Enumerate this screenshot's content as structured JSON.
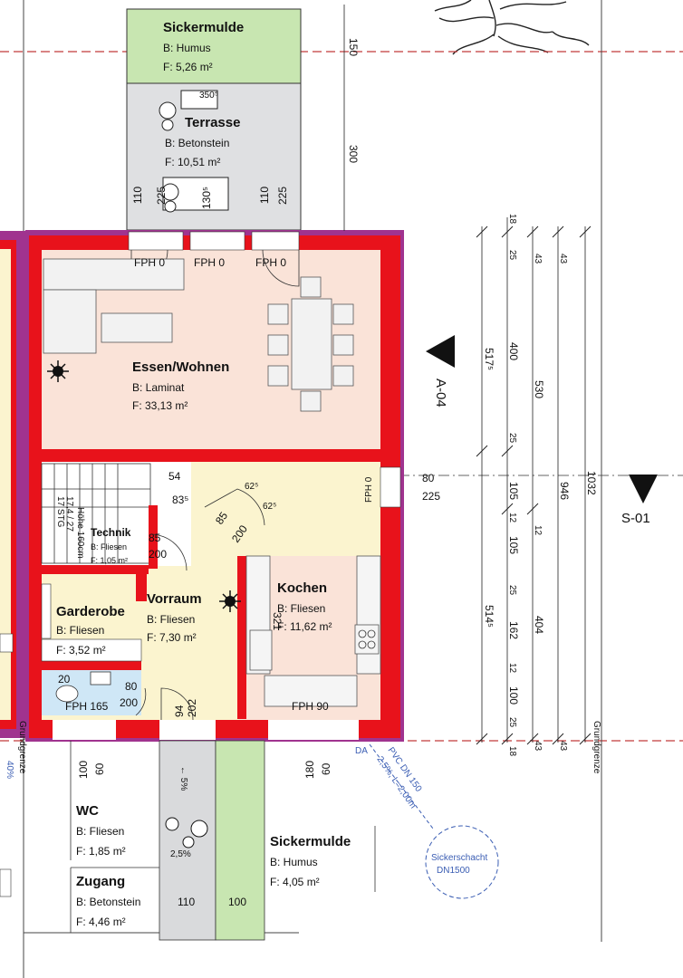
{
  "colors": {
    "wall": "#e8121b",
    "wall_outer": "#a0338f",
    "living_floor": "#fae3d8",
    "hall_floor": "#fbf4cf",
    "wc_floor": "#cfe7f6",
    "terrace": "#dfe0e2",
    "green_area": "#c8e6b1",
    "path": "#d9dadc",
    "dashed_line": "#c23b3b",
    "blue_note": "#3a5db3"
  },
  "rooms": {
    "sickermulde_top": {
      "title": "Sickermulde",
      "floor": "B: Humus",
      "area": "F: 5,26 m²"
    },
    "terrasse": {
      "title": "Terrasse",
      "floor": "B: Betonstein",
      "area": "F: 10,51 m²"
    },
    "essen_wohnen": {
      "title": "Essen/Wohnen",
      "floor": "B: Laminat",
      "area": "F: 33,13 m²"
    },
    "technik": {
      "title": "Technik",
      "floor": "B: Fliesen",
      "area": "F: 1,05 m²"
    },
    "garderobe": {
      "title": "Garderobe",
      "floor": "B: Fliesen",
      "area": "F: 3,52 m²"
    },
    "vorraum": {
      "title": "Vorraum",
      "floor": "B: Fliesen",
      "area": "F: 7,30 m²"
    },
    "kochen": {
      "title": "Kochen",
      "floor": "B: Fliesen",
      "area": "F: 11,62 m²"
    },
    "wc": {
      "title": "WC",
      "floor": "B: Fliesen",
      "area": "F: 1,85 m²"
    },
    "zugang": {
      "title": "Zugang",
      "floor": "B: Betonstein",
      "area": "F: 4,46 m²"
    },
    "sickermulde_bottom": {
      "title": "Sickermulde",
      "floor": "B: Humus",
      "area": "F: 4,05 m²"
    }
  },
  "section_marks": {
    "a04": "A-04",
    "s01": "S-01"
  },
  "window_labels": {
    "fph0_a": "FPH 0",
    "fph0_b": "FPH 0",
    "fph0_c": "FPH 0",
    "fph165": "FPH 165",
    "fph90": "FPH 90",
    "fph0_side": "FPH 0"
  },
  "stairs": {
    "steps": "17 STG",
    "rise": "17,4 / 27",
    "headroom": "Höhe 160cm"
  },
  "dimensions": {
    "top_150": "150",
    "top_300": "300",
    "ter_350": "350⁵",
    "ter_110a": "110",
    "ter_225a": "225",
    "ter_130": "130⁵",
    "ter_110b": "110",
    "ter_225b": "225",
    "r18_top": "18",
    "r25_top": "25",
    "r43_a": "43",
    "r43_b": "43",
    "r517": "517⁵",
    "r400": "400",
    "r530": "530",
    "r25_mid": "25",
    "r946": "946",
    "r1032": "1032",
    "r105_a": "105",
    "r12_a": "12",
    "r105_b": "105",
    "r25_low": "25",
    "r514": "514⁵",
    "r162": "162",
    "r404": "404",
    "r12_b": "12",
    "r100": "100",
    "r25_bot": "25",
    "r18_bot": "18",
    "r43_c": "43",
    "r43_d": "43",
    "win_80": "80",
    "win_225": "225",
    "stair_54": "54",
    "stair_83": "83⁵",
    "door_62a": "62⁵",
    "door_62b": "62⁵",
    "door_85a": "85",
    "door_200a": "200",
    "tech_85": "85",
    "tech_200": "200",
    "wc_20": "20",
    "wc_80": "80",
    "wc_200": "200",
    "ent_94": "94",
    "ent_202": "202",
    "bot_100": "100",
    "bot_60a": "60",
    "bot_180": "180",
    "bot_60b": "60",
    "zug_110": "110",
    "zug_100": "100",
    "slope_5": "← 5%",
    "slope_25": "2,5%",
    "kitchen_321": "321"
  },
  "notes": {
    "grundgrenze_left": "Grundgrenze",
    "grundgrenze_right": "Grundgrenze",
    "da": "DA",
    "pvc_line1": "PVC DN 150",
    "pvc_line2": "2,5%, L=2,00m",
    "sickerschacht_line1": "Sickerschacht",
    "sickerschacht_line2": "DN1500",
    "left_slope": "40%"
  }
}
